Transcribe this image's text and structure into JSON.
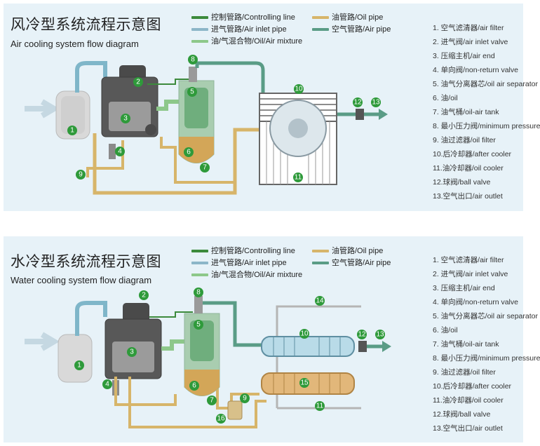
{
  "colors": {
    "controlling": "#3c8a3c",
    "air_inlet": "#8cb6c8",
    "mixture": "#8dc88a",
    "oil": "#d7b56a",
    "air": "#5a9c86",
    "badge": "#2e9a3a"
  },
  "legend": {
    "controlling": "控制管路/Controlling line",
    "air_inlet": "进气管路/Air inlet pipe",
    "mixture": "油/气混合物/Oil/Air mixture",
    "oil": "油管路/Oil pipe",
    "air": "空气管路/Air pipe"
  },
  "air_cooling": {
    "title_cn": "风冷型系统流程示意图",
    "title_en": "Air cooling system flow diagram",
    "parts": [
      "1. 空气滤清器/air filter",
      "2. 进气阀/air inlet valve",
      "3. 压缩主机/air end",
      "4. 单向阀/non-return valve",
      "5. 油气分离器芯/oil air separator",
      "6. 油/oil",
      "7. 油气桶/oil-air tank",
      "8. 最小压力阀/minimum pressure",
      "9. 油过滤器/oil filter",
      "10.后冷却器/after cooler",
      "11.油冷却器/oil cooler",
      "12.球阀/ball valve",
      "13.空气出口/air outlet"
    ],
    "badges": [
      "1",
      "2",
      "3",
      "4",
      "5",
      "6",
      "7",
      "8",
      "9",
      "10",
      "11",
      "12",
      "13"
    ]
  },
  "water_cooling": {
    "title_cn": "水冷型系统流程示意图",
    "title_en": "Water cooling system flow diagram",
    "parts": [
      "1. 空气滤清器/air filter",
      "2. 进气阀/air inlet valve",
      "3. 压缩主机/air end",
      "4. 单向阀/non-return valve",
      "5. 油气分离器芯/oil air separator",
      "6. 油/oil",
      "7. 油气桶/oil-air tank",
      "8. 最小压力阀/minimum pressure",
      "9. 油过滤器/oil filter",
      "10.后冷却器/after cooler",
      "11.油冷却器/oil cooler",
      "12.球阀/ball valve",
      "13.空气出口/air outlet"
    ],
    "badges": [
      "1",
      "2",
      "3",
      "4",
      "5",
      "6",
      "7",
      "8",
      "9",
      "10",
      "11",
      "12",
      "13",
      "14",
      "15",
      "16"
    ]
  }
}
